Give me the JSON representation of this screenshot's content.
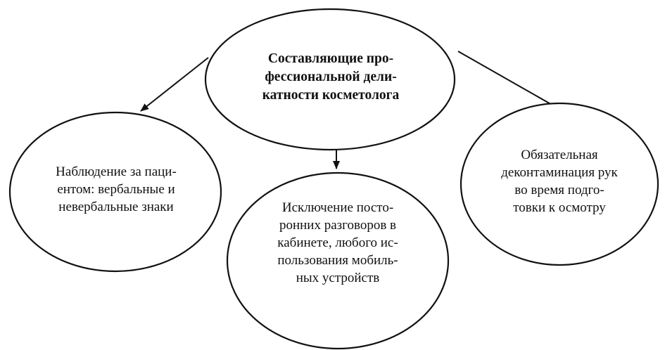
{
  "diagram": {
    "center": {
      "lines": [
        "Составляющие про-",
        "фессиональной дели-",
        "катности косметолога"
      ]
    },
    "left": {
      "lines": [
        "Наблюдение за паци-",
        "ентом: вербальные и",
        "невербальные знаки"
      ]
    },
    "middle": {
      "lines": [
        "Исключение посто-",
        "ронних разговоров в",
        "кабинете, любого ис-",
        "пользования мобиль-",
        "ных устройств"
      ]
    },
    "right": {
      "lines": [
        "Обязательная",
        "деконтаминация рук",
        "во время подго-",
        "товки к осмотру"
      ]
    },
    "edges": [
      {
        "from": "center",
        "to": "left"
      },
      {
        "from": "center",
        "to": "middle"
      },
      {
        "from": "center",
        "to": "right"
      }
    ]
  }
}
